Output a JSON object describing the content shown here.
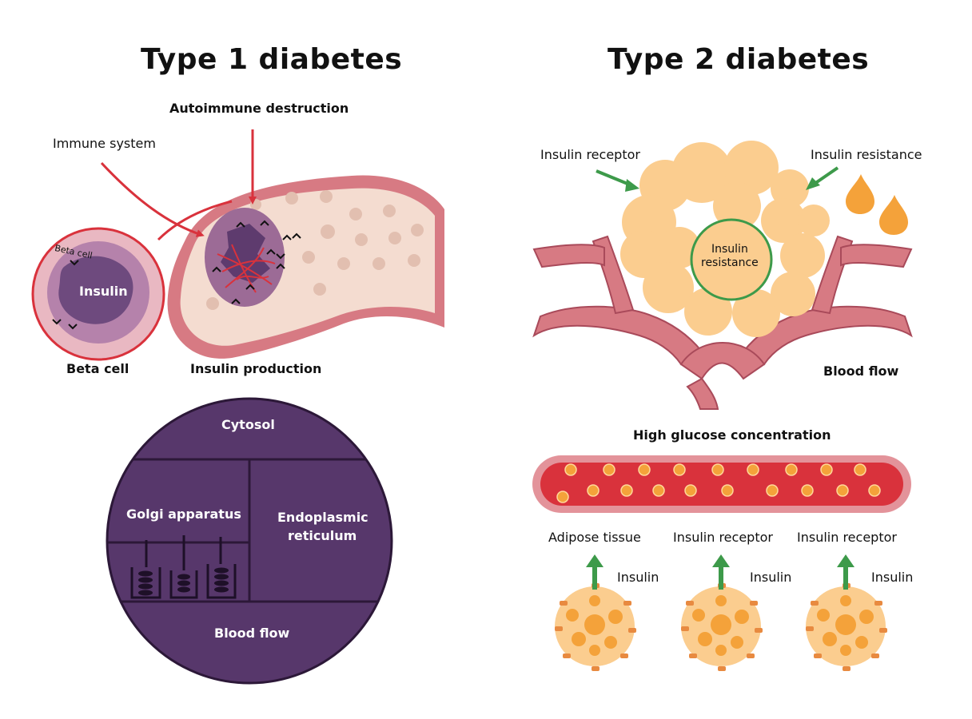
{
  "left": {
    "title": "Type 1 diabetes",
    "autoimmune": "Autoimmune destruction",
    "immune_system": "Immune system",
    "beta_cell_small": "Beta cell",
    "insulin": "Insulin",
    "beta_cell": "Beta cell",
    "insulin_production": "Insulin production",
    "cytosol": "Cytosol",
    "golgi": "Golgi apparatus",
    "er_line1": "Endoplasmic",
    "er_line2": "reticulum",
    "blood_flow": "Blood flow"
  },
  "right": {
    "title": "Type 2 diabetes",
    "insulin_receptor": "Insulin receptor",
    "insulin_resistance": "Insulin resistance",
    "center_line1": "Insulin",
    "center_line2": "resistance",
    "blood_flow": "Blood flow",
    "high_glucose": "High glucose concentration",
    "adipose": "Adipose tissue",
    "receptor_2": "Insulin receptor",
    "receptor_3": "Insulin receptor",
    "insulin_1": "Insulin",
    "insulin_2": "Insulin",
    "insulin_3": "Insulin"
  },
  "colors": {
    "red": "#d9323c",
    "pink": "#d77a83",
    "pancreas": "#f4dcd0",
    "purple_dark": "#4f3060",
    "purple_mid": "#8d5f8c",
    "fat": "#fbcd8f",
    "green": "#3d9a4a",
    "orange": "#f4a23a"
  }
}
